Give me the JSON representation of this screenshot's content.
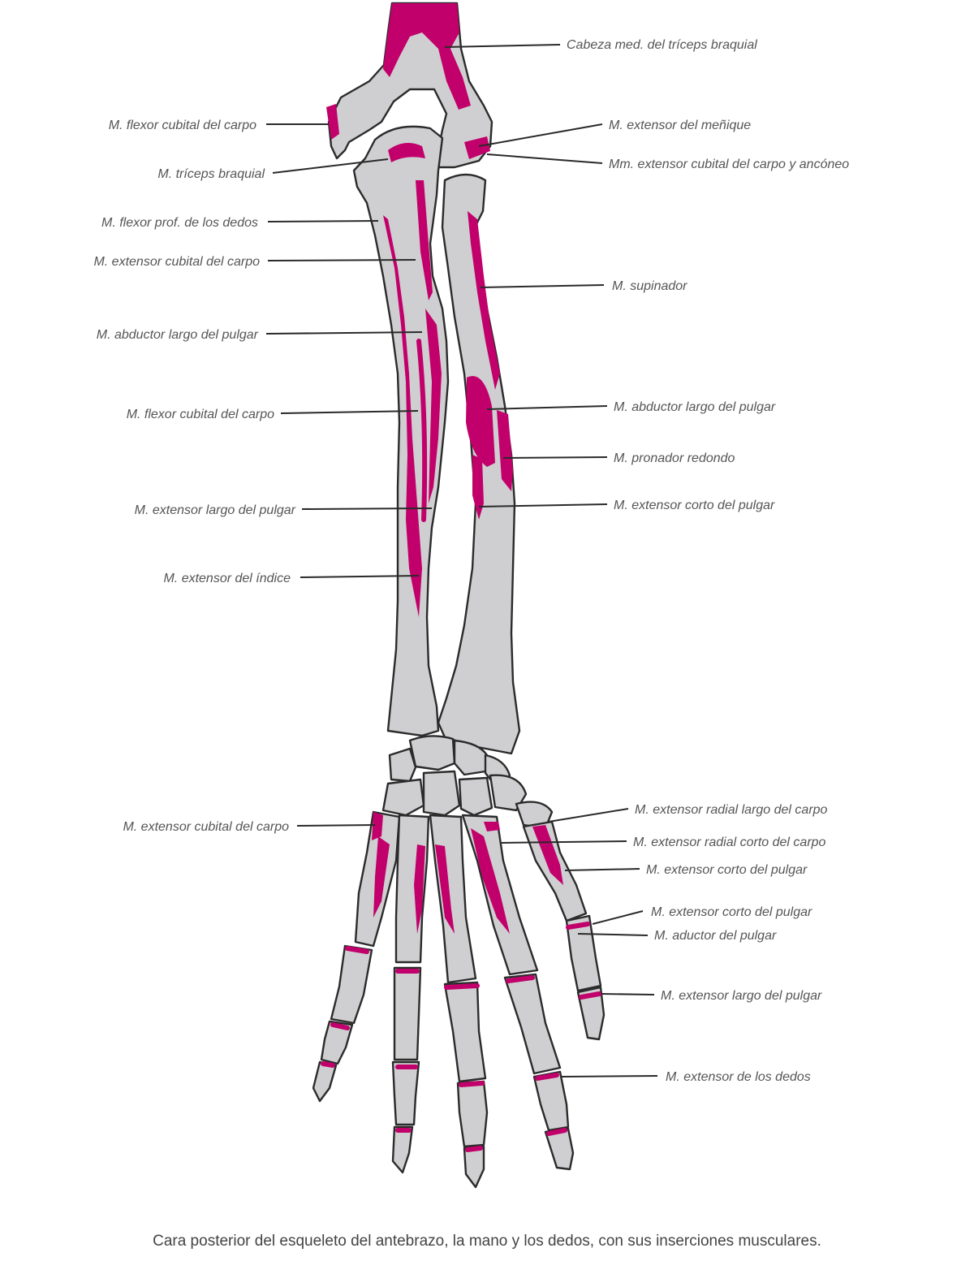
{
  "caption": "Cara posterior del esqueleto del antebrazo, la mano y los dedos, con sus inserciones musculares.",
  "colors": {
    "insertion": "#c2006b",
    "bone": "#cfcfd1",
    "outline": "#2b2b2b"
  },
  "labels_left": [
    "M. flexor cubital del carpo",
    "M. tríceps braquial",
    "M. flexor prof. de los dedos",
    "M. extensor cubital del carpo",
    "M. abductor largo del pulgar",
    "M. flexor cubital del carpo",
    "M. extensor largo del pulgar",
    "M. extensor del índice",
    "M. extensor cubital del carpo"
  ],
  "labels_right": [
    "Cabeza med. del tríceps braquial",
    "M. extensor del meñique",
    "Mm. extensor cubital del carpo y ancóneo",
    "M. supinador",
    "M. abductor largo del pulgar",
    "M. pronador redondo",
    "M. extensor corto del pulgar",
    "M. extensor radial largo del carpo",
    "M. extensor radial corto del carpo",
    "M. extensor corto del pulgar",
    "M. extensor corto del pulgar",
    "M. aductor del pulgar",
    "M. extensor largo del pulgar",
    "M. extensor de los dedos"
  ]
}
